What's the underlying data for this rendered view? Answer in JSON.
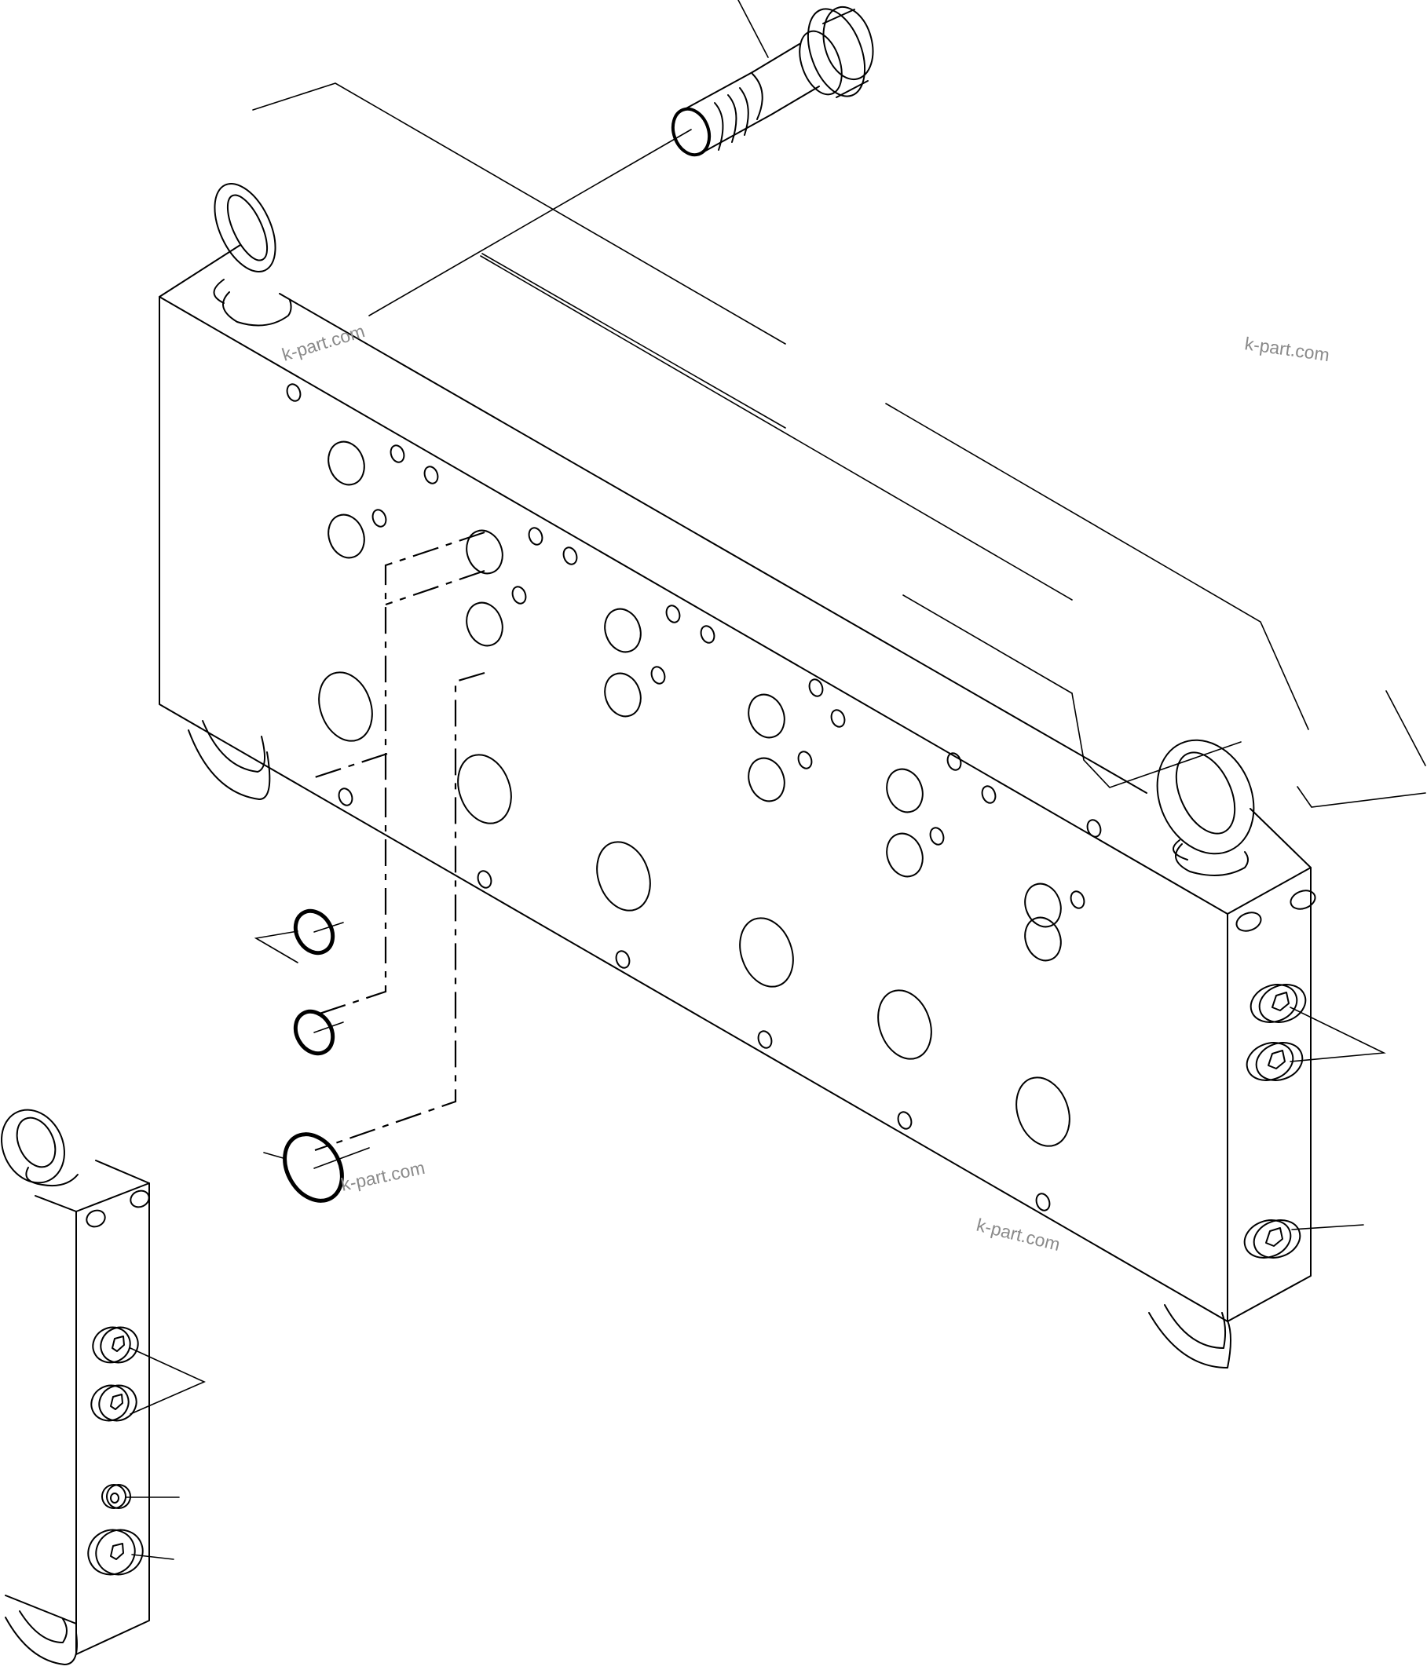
{
  "diagram": {
    "type": "exploded parts diagram",
    "subject": "hydraulic valve manifold block with eye bolts, socket head bolt, O-rings and hex plugs",
    "line_color": "#000000",
    "background": "#ffffff",
    "watermark_color": "#8a8a8a"
  },
  "watermarks": [
    {
      "text": "k-part.com"
    },
    {
      "text": "k-part.com"
    },
    {
      "text": "k-part.com"
    },
    {
      "text": "k-part.com"
    }
  ],
  "components": [
    {
      "name": "manifold-block",
      "label": ""
    },
    {
      "name": "socket-head-bolt",
      "label": ""
    },
    {
      "name": "eye-bolt",
      "count": 2,
      "label": ""
    },
    {
      "name": "o-ring-small",
      "count": 2,
      "label": ""
    },
    {
      "name": "o-ring-large",
      "count": 1,
      "label": ""
    },
    {
      "name": "hex-plug-large",
      "count": 3,
      "label": ""
    },
    {
      "name": "side-view-block",
      "label": ""
    },
    {
      "name": "hex-plug-small",
      "count": 1,
      "label": ""
    }
  ]
}
